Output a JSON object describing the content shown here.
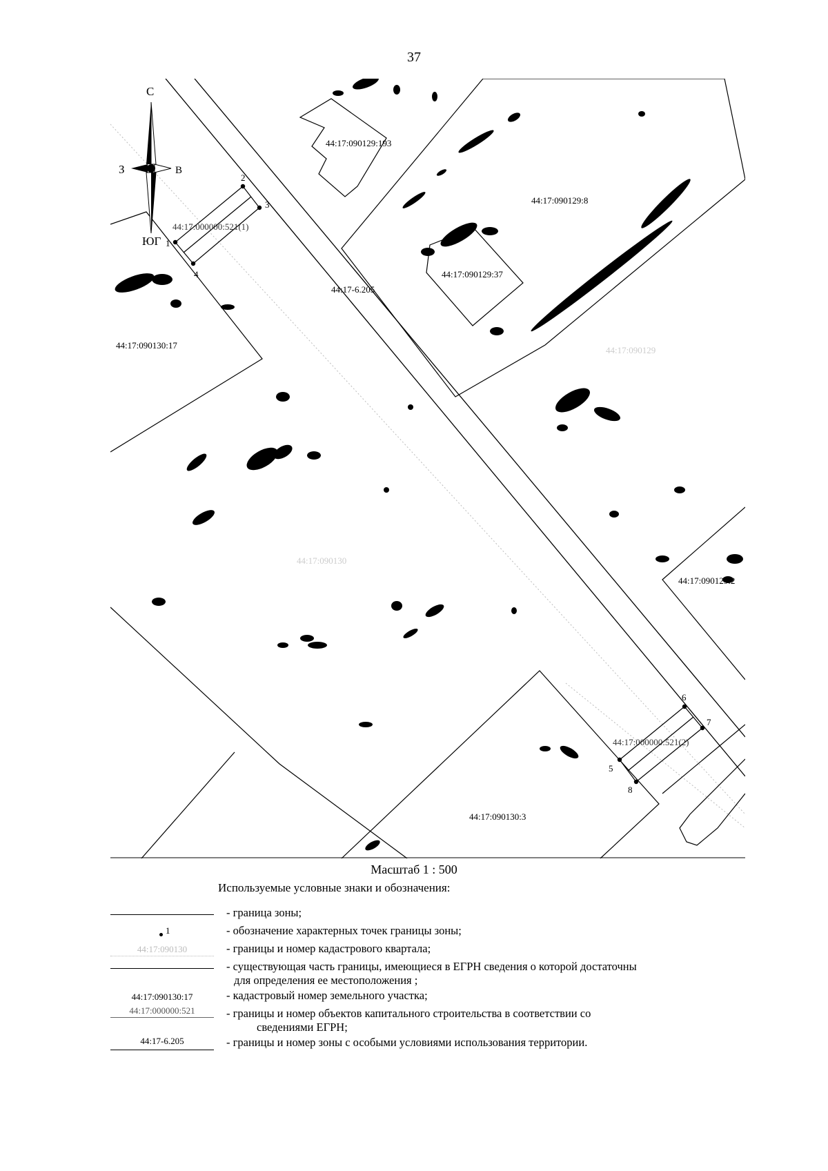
{
  "page_number": "37",
  "compass": {
    "north": "С",
    "south": "ЮГ",
    "west": "З",
    "east": "В"
  },
  "map_labels": {
    "parcel_190129_193": "44:17:090129:193",
    "parcel_190129_8": "44:17:090129:8",
    "parcel_190129_37": "44:17:090129:37",
    "parcel_190130_17": "44:17:090130:17",
    "parcel_190129_2": "44:17:090129:2",
    "parcel_190130_3": "44:17:090130:3",
    "zone": "44:17-6.205",
    "object_1": "44:17:000000:521(1)",
    "object_2": "44:17:000000:521(2)",
    "quarter_faint_1": "44:17:090129",
    "quarter_faint_2": "44:17:090130"
  },
  "points": [
    "1",
    "2",
    "3",
    "4",
    "5",
    "6",
    "7",
    "8"
  ],
  "scale": "Масштаб 1 : 500",
  "legend_title": "Используемые условные знаки и обозначения:",
  "legend": {
    "zone_border": "- граница зоны;",
    "point_symbol": "1",
    "point": "- обозначение характерных точек границы зоны;",
    "quarter_symbol": "44:17:090130",
    "quarter": "- границы и номер кадастрового квартала;",
    "existing_line1": "- существующая часть границы, имеющиеся в ЕГРН сведения о которой достаточны",
    "existing_line2": "для определения ее местоположения ;",
    "parcel_symbol": "44:17:090130:17",
    "parcel": "- кадастровый номер земельного участка;",
    "object_symbol": "44:17:000000:521",
    "object_line1": "- границы и номер объектов капитального строительства в соответствии со",
    "object_line2": "сведениями ЕГРН;",
    "zone_symbol": "44:17-6.205",
    "zone": "- границы и номер зоны с особыми условиями использования территории."
  }
}
